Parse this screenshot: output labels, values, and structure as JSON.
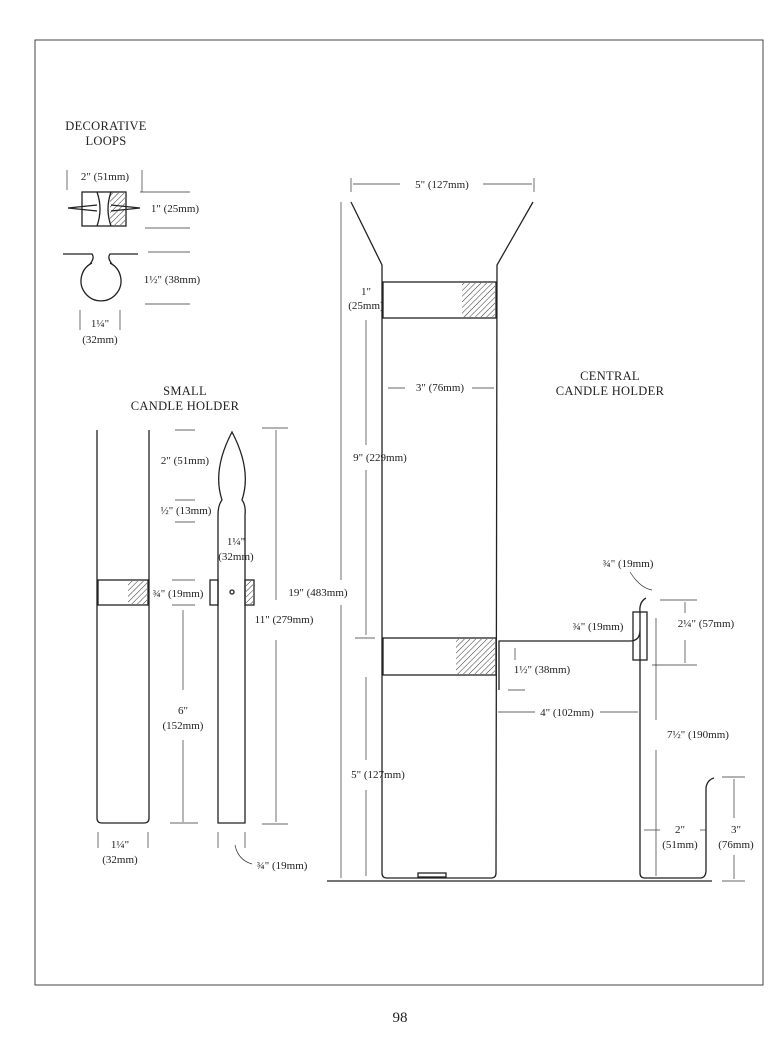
{
  "page_number": "98",
  "decorative_loops": {
    "title_line1": "DECORATIVE",
    "title_line2": "LOOPS",
    "width": "2\" (51mm)",
    "height": "1\" (25mm)",
    "loop_height": "1½\" (38mm)",
    "loop_width_in": "1¼\"",
    "loop_width_mm": "(32mm)"
  },
  "small_candle_holder": {
    "title_line1": "SMALL",
    "title_line2": "CANDLE HOLDER",
    "tip_height": "2\" (51mm)",
    "neck_height": "½\" (13mm)",
    "spike_width_in": "1¼\"",
    "spike_width_mm": "(32mm)",
    "collar_height": "¾\" (19mm)",
    "lower_height_in": "6\"",
    "lower_height_mm": "(152mm)",
    "total_height": "11\" (279mm)",
    "base_width_in": "1¼\"",
    "base_width_mm": "(32mm)",
    "strip_width": "¾\" (19mm)"
  },
  "central_candle_holder": {
    "title_line1": "CENTRAL",
    "title_line2": "CANDLE HOLDER",
    "top_width": "5\" (127mm)",
    "collar_height_in": "1\"",
    "collar_height_mm": "(25mm)",
    "inner_width": "3\" (76mm)",
    "upper_height": "9\" (229mm)",
    "total_height": "19\" (483mm)",
    "lower_height": "5\" (127mm)",
    "hook_tip": "¾\" (19mm)",
    "tab_width": "¾\" (19mm)",
    "tab_height": "2¼\" (57mm)",
    "arm_drop": "1½\" (38mm)",
    "arm_length": "4\" (102mm)",
    "side_height": "7½\" (190mm)",
    "foot_width_in": "2\"",
    "foot_width_mm": "(51mm)",
    "foot_height_in": "3\"",
    "foot_height_mm": "(76mm)"
  }
}
